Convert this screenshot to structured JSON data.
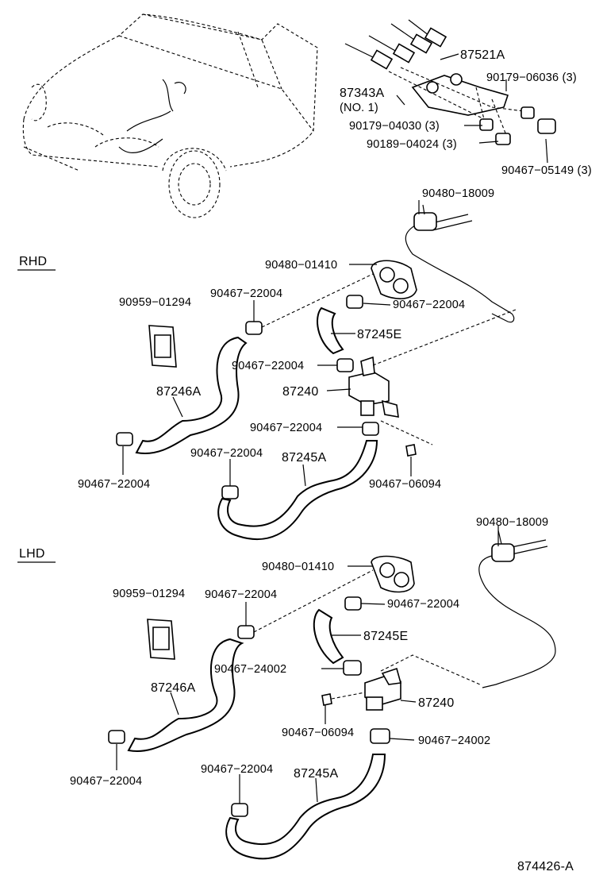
{
  "diagram_id": "874426-A",
  "sections": {
    "rhd": "RHD",
    "lhd": "LHD"
  },
  "top": {
    "p87521A": "87521A",
    "p87343A": "87343A",
    "p87343A_note": "(NO. 1)",
    "p90179_06036": "90179−06036 (3)",
    "p90179_04030": "90179−04030 (3)",
    "p90189_04024": "90189−04024 (3)",
    "p90467_05149": "90467−05149 (3)"
  },
  "rhd": {
    "p90480_18009": "90480−18009",
    "p90480_01410": "90480−01410",
    "p90467_22004_a": "90467−22004",
    "p90467_22004_b": "90467−22004",
    "p90959_01294": "90959−01294",
    "p87245E": "87245E",
    "p90467_22004_c": "90467−22004",
    "p87246A": "87246A",
    "p87240": "87240",
    "p90467_22004_d": "90467−22004",
    "p90467_22004_e": "90467−22004",
    "p87245A": "87245A",
    "p90467_22004_f": "90467−22004",
    "p90467_06094": "90467−06094"
  },
  "lhd": {
    "p90480_18009": "90480−18009",
    "p90480_01410": "90480−01410",
    "p90959_01294": "90959−01294",
    "p90467_22004_a": "90467−22004",
    "p90467_22004_b": "90467−22004",
    "p87245E": "87245E",
    "p90467_24002_a": "90467−24002",
    "p87246A": "87246A",
    "p87240": "87240",
    "p90467_06094": "90467−06094",
    "p90467_24002_b": "90467−24002",
    "p90467_22004_c": "90467−22004",
    "p87245A": "87245A",
    "p90467_22004_d": "90467−22004"
  }
}
